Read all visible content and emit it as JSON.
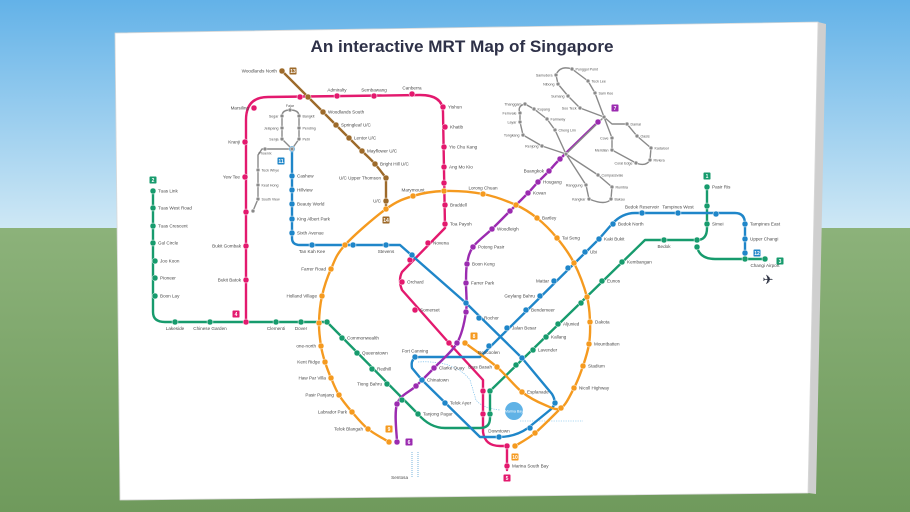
{
  "title": "An interactive MRT Map of Singapore",
  "lines": {
    "ns": {
      "color": "#e3196e",
      "labels": [
        "Marsiling",
        "Kranji",
        "Yew Tee",
        "Bukit Gombak",
        "Bukit Batok",
        "Admiralty",
        "Sembawang",
        "Canberra",
        "Yishun",
        "Khatib",
        "Yio Chu Kang",
        "Ang Mo Kio",
        "Braddell",
        "Toa Payoh",
        "Novena",
        "Orchard",
        "Somerset",
        "Marina South Bay"
      ]
    },
    "ew": {
      "color": "#179b6d",
      "labels": [
        "Tuas Link",
        "Tuas West Road",
        "Tuas Crescent",
        "Gul Circle",
        "Joo Koon",
        "Pioneer",
        "Boon Lay",
        "Lakeside",
        "Chinese Garden",
        "Clementi",
        "Dover",
        "Commonwealth",
        "Queenstown",
        "Redhill",
        "Tiong Bahru",
        "Tanjong Pagar",
        "Lavender",
        "Kallang",
        "Aljunied",
        "Eunos",
        "Kembangan",
        "Bedok",
        "Simei",
        "Pasir Ris",
        "Changi Airport"
      ]
    },
    "dt": {
      "color": "#1f86c9",
      "labels": [
        "Cashew",
        "Hillview",
        "Beauty World",
        "King Albert Park",
        "Sixth Avenue",
        "Tan Kah Kee",
        "Stevens",
        "Rochor",
        "Fort Canning",
        "Chinatown",
        "Telok Ayer",
        "Downtown",
        "Bencoolen",
        "Jalan Besar",
        "Bendemeer",
        "Geylang Bahru",
        "Mattar",
        "Ubi",
        "Kaki Bukit",
        "Bedok North",
        "Bedok Reservoir",
        "Tampines West",
        "Tampines East",
        "Upper Changi"
      ]
    },
    "ne": {
      "color": "#9b2bb0",
      "labels": [
        "Clarke Quay",
        "Farrer Park",
        "Boon Keng",
        "Potong Pasir",
        "Woodleigh",
        "Kovan",
        "Hougang",
        "Buangkok"
      ]
    },
    "cc": {
      "color": "#f59a1f",
      "labels": [
        "Bras Basah",
        "Esplanade",
        "Nicoll Highway",
        "Stadium",
        "Mountbatten",
        "Dakota",
        "Tai Seng",
        "Bartley",
        "Lorong Chuan",
        "Marymount",
        "Farrer Road",
        "Holland Village",
        "one-north",
        "Kent Ridge",
        "Haw Par Villa",
        "Pasir Panjang",
        "Labrador Park",
        "Telok Blangah"
      ]
    },
    "te": {
      "color": "#9d6a2a",
      "labels": [
        "Woodlands North",
        "Woodlands South",
        "Springleaf U/C",
        "Lentor U/C",
        "Mayflower U/C",
        "Bright Hill U/C",
        "U/C Upper Thomson",
        "U/C"
      ]
    },
    "bplrt": {
      "color": "#8a8a8a",
      "labels": [
        "Fajar",
        "Segar",
        "Jelapang",
        "Senja",
        "Bangkit",
        "Pending",
        "Petir",
        "Phoenix",
        "Teck Whye",
        "Keat Hong",
        "South View"
      ]
    },
    "pglrt": {
      "color": "#8a8a8a",
      "labels": [
        "Sam Kee",
        "Teck Lee",
        "Punggol Point",
        "Samudera",
        "Nibong",
        "Sumang",
        "Soo Teck",
        "Damai",
        "Oasis",
        "Kadaloor",
        "Riviera",
        "Coral Edge",
        "Meridian",
        "Cove"
      ]
    },
    "sklrt": {
      "color": "#8a8a8a",
      "labels": [
        "Cheng Lim",
        "Farmway",
        "Kupang",
        "Thanggam",
        "Fernvale",
        "Layar",
        "Tongkang",
        "Renjong",
        "Compassvale",
        "Rumbia",
        "Bakau",
        "Kangkar",
        "Ranggung"
      ]
    }
  },
  "badges": [
    {
      "text": "13",
      "line": "te"
    },
    {
      "text": "14",
      "line": "te"
    },
    {
      "text": "11",
      "line": "dt"
    },
    {
      "text": "2",
      "line": "ew"
    },
    {
      "text": "4",
      "line": "ns"
    },
    {
      "text": "9",
      "line": "cc"
    },
    {
      "text": "6",
      "line": "ne"
    },
    {
      "text": "8",
      "line": "cc"
    },
    {
      "text": "10",
      "line": "cc"
    },
    {
      "text": "5",
      "line": "ns"
    },
    {
      "text": "7",
      "line": "ne"
    },
    {
      "text": "1",
      "line": "ew"
    },
    {
      "text": "12",
      "line": "dt"
    },
    {
      "text": "3",
      "line": "ew"
    }
  ],
  "extras": {
    "marina_bay": "Marina Bay",
    "sentosa": "Sentosa",
    "airport_icon": "plane-icon"
  },
  "colors": {
    "sky": "#74bbe9",
    "grass": "#7fa86a",
    "board": "#ffffff",
    "water": "#5fb2e6"
  }
}
